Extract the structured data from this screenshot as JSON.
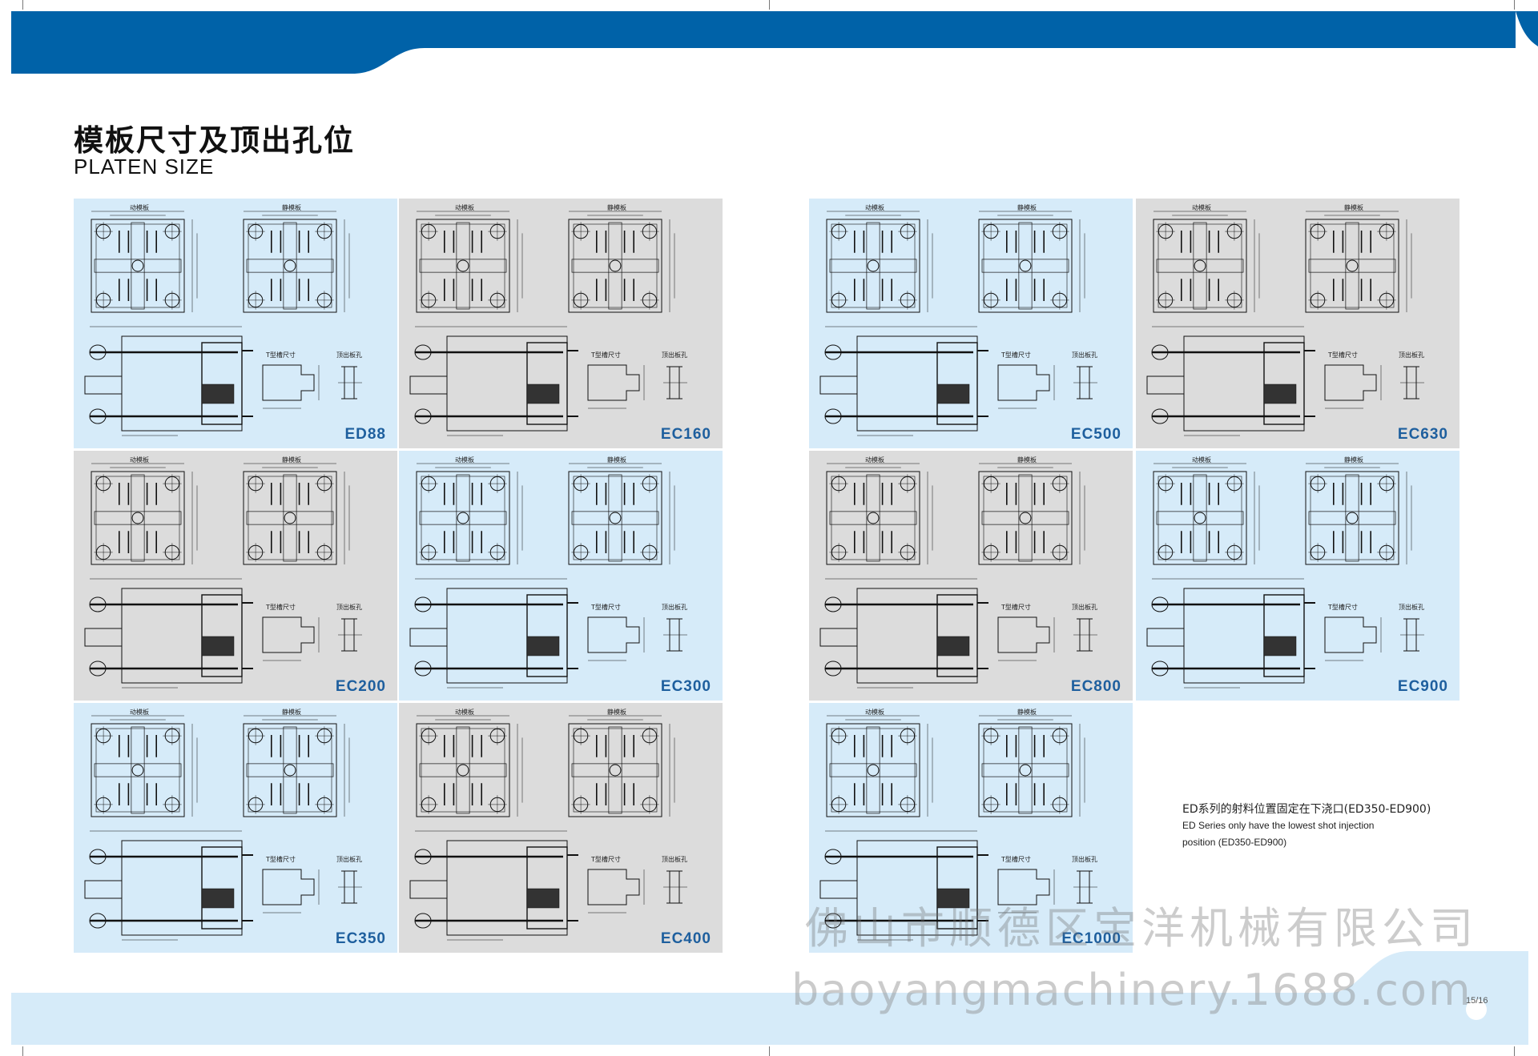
{
  "header": {
    "title_cn": "模板尺寸及顶出孔位",
    "title_en": "PLATEN SIZE"
  },
  "labels": {
    "moving_platen": "动模板",
    "fixed_platen": "静模板",
    "t_slot": "T型槽尺寸",
    "ejector_hole": "顶出板孔"
  },
  "panels": [
    {
      "model": "ED88",
      "bg": "blue"
    },
    {
      "model": "EC160",
      "bg": "gray"
    },
    {
      "model": "EC200",
      "bg": "gray"
    },
    {
      "model": "EC300",
      "bg": "blue"
    },
    {
      "model": "EC350",
      "bg": "blue"
    },
    {
      "model": "EC400",
      "bg": "gray"
    },
    {
      "model": "EC500",
      "bg": "blue"
    },
    {
      "model": "EC630",
      "bg": "gray"
    },
    {
      "model": "EC800",
      "bg": "gray"
    },
    {
      "model": "EC900",
      "bg": "blue"
    },
    {
      "model": "EC1000",
      "bg": "blue"
    }
  ],
  "note": {
    "line1": "ED系列的射料位置固定在下浇口(ED350-ED900)",
    "line2": "ED Series only have the lowest shot injection",
    "line3": "position (ED350-ED900)"
  },
  "watermark": {
    "company": "佛山市顺德区宝洋机械有限公司",
    "url": "baoyangmachinery.1688.com"
  },
  "page_number": "15/16",
  "colors": {
    "band_blue": "#0062a8",
    "band_light": "#d6ebf9",
    "panel_blue": "#d6ebf9",
    "panel_gray": "#dcdcdc",
    "model_text": "#1e5f9e"
  }
}
